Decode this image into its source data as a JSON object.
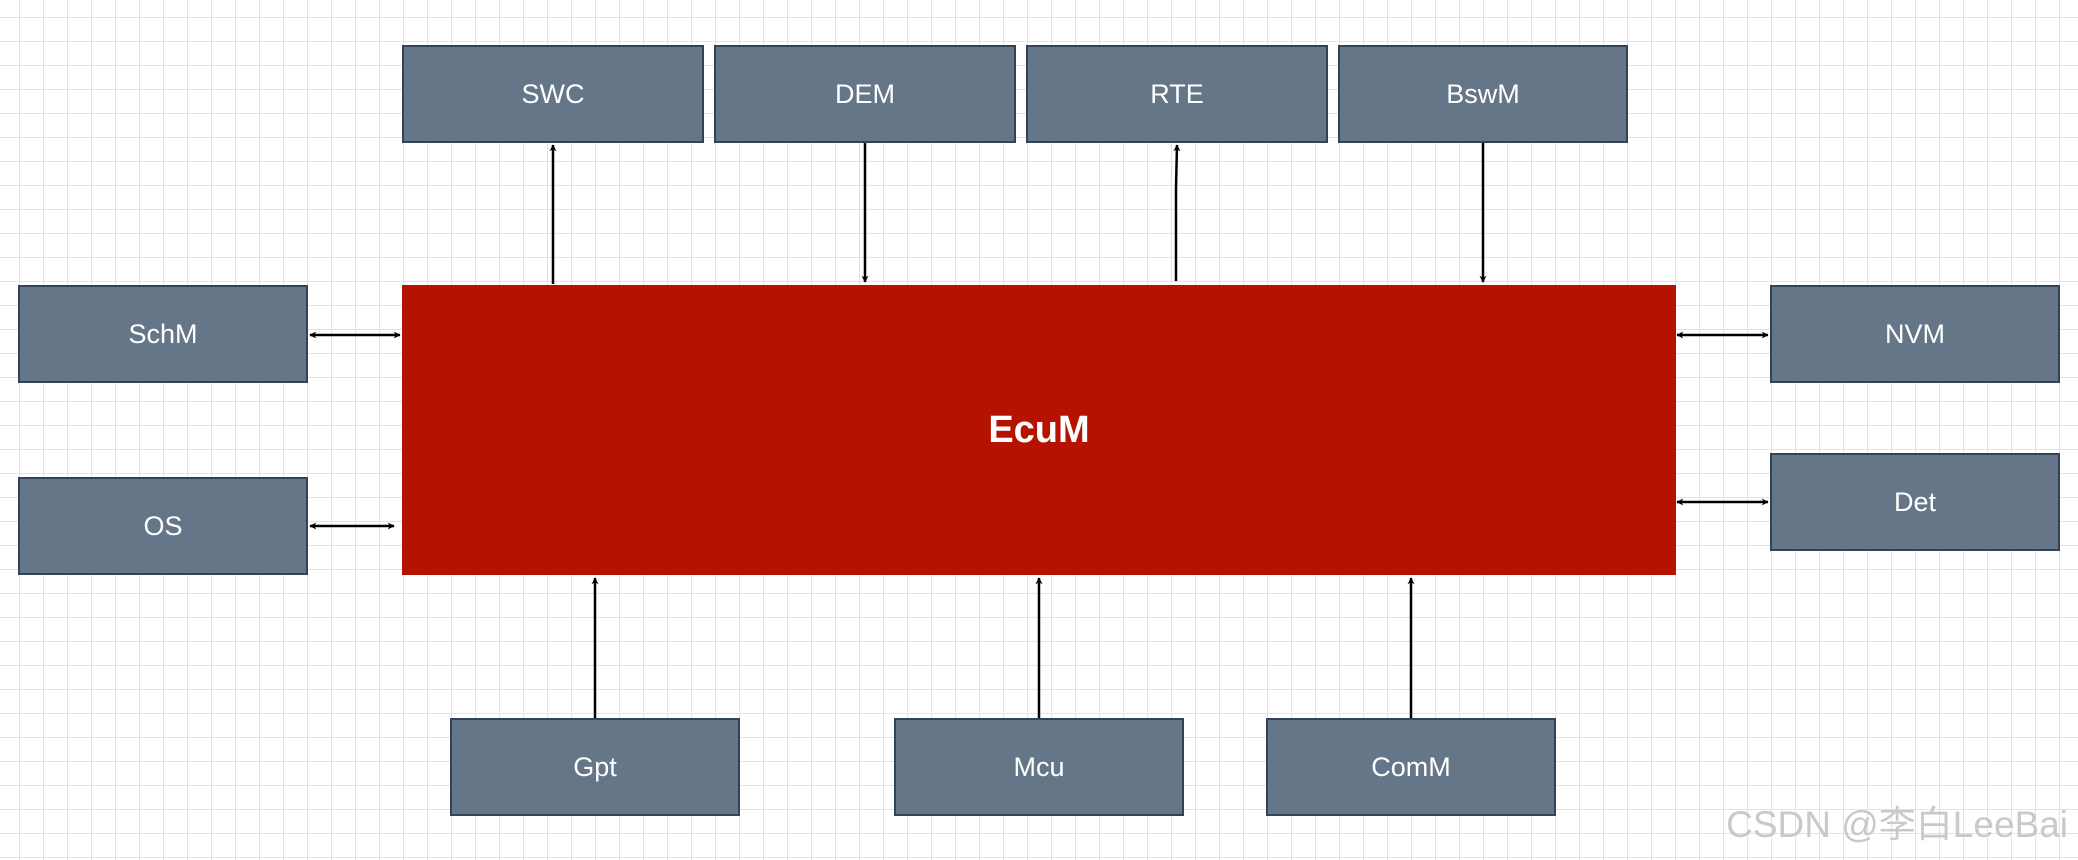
{
  "diagram": {
    "center_node": "EcuM",
    "top_nodes": [
      {
        "id": "swc",
        "label": "SWC"
      },
      {
        "id": "dem",
        "label": "DEM"
      },
      {
        "id": "rte",
        "label": "RTE"
      },
      {
        "id": "bswm",
        "label": "BswM"
      }
    ],
    "left_nodes": [
      {
        "id": "schm",
        "label": "SchM"
      },
      {
        "id": "os",
        "label": "OS"
      }
    ],
    "right_nodes": [
      {
        "id": "nvm",
        "label": "NVM"
      },
      {
        "id": "det",
        "label": "Det"
      }
    ],
    "bottom_nodes": [
      {
        "id": "gpt",
        "label": "Gpt"
      },
      {
        "id": "mcu",
        "label": "Mcu"
      },
      {
        "id": "comm",
        "label": "ComM"
      }
    ],
    "edges": [
      {
        "from": "EcuM",
        "to": "SWC",
        "direction": "to-node"
      },
      {
        "from": "DEM",
        "to": "EcuM",
        "direction": "to-center"
      },
      {
        "from": "EcuM",
        "to": "RTE",
        "direction": "to-node"
      },
      {
        "from": "BswM",
        "to": "EcuM",
        "direction": "to-center"
      },
      {
        "from": "SchM",
        "to": "EcuM",
        "direction": "bidirectional"
      },
      {
        "from": "OS",
        "to": "EcuM",
        "direction": "bidirectional"
      },
      {
        "from": "NVM",
        "to": "EcuM",
        "direction": "bidirectional"
      },
      {
        "from": "Det",
        "to": "EcuM",
        "direction": "bidirectional"
      },
      {
        "from": "Gpt",
        "to": "EcuM",
        "direction": "to-center"
      },
      {
        "from": "Mcu",
        "to": "EcuM",
        "direction": "to-center"
      },
      {
        "from": "ComM",
        "to": "EcuM",
        "direction": "to-center"
      }
    ],
    "colors": {
      "center_fill": "#b51200",
      "node_fill": "#647687",
      "node_border": "#314354",
      "edge": "#000000"
    }
  },
  "watermark": "CSDN @李白LeeBai"
}
